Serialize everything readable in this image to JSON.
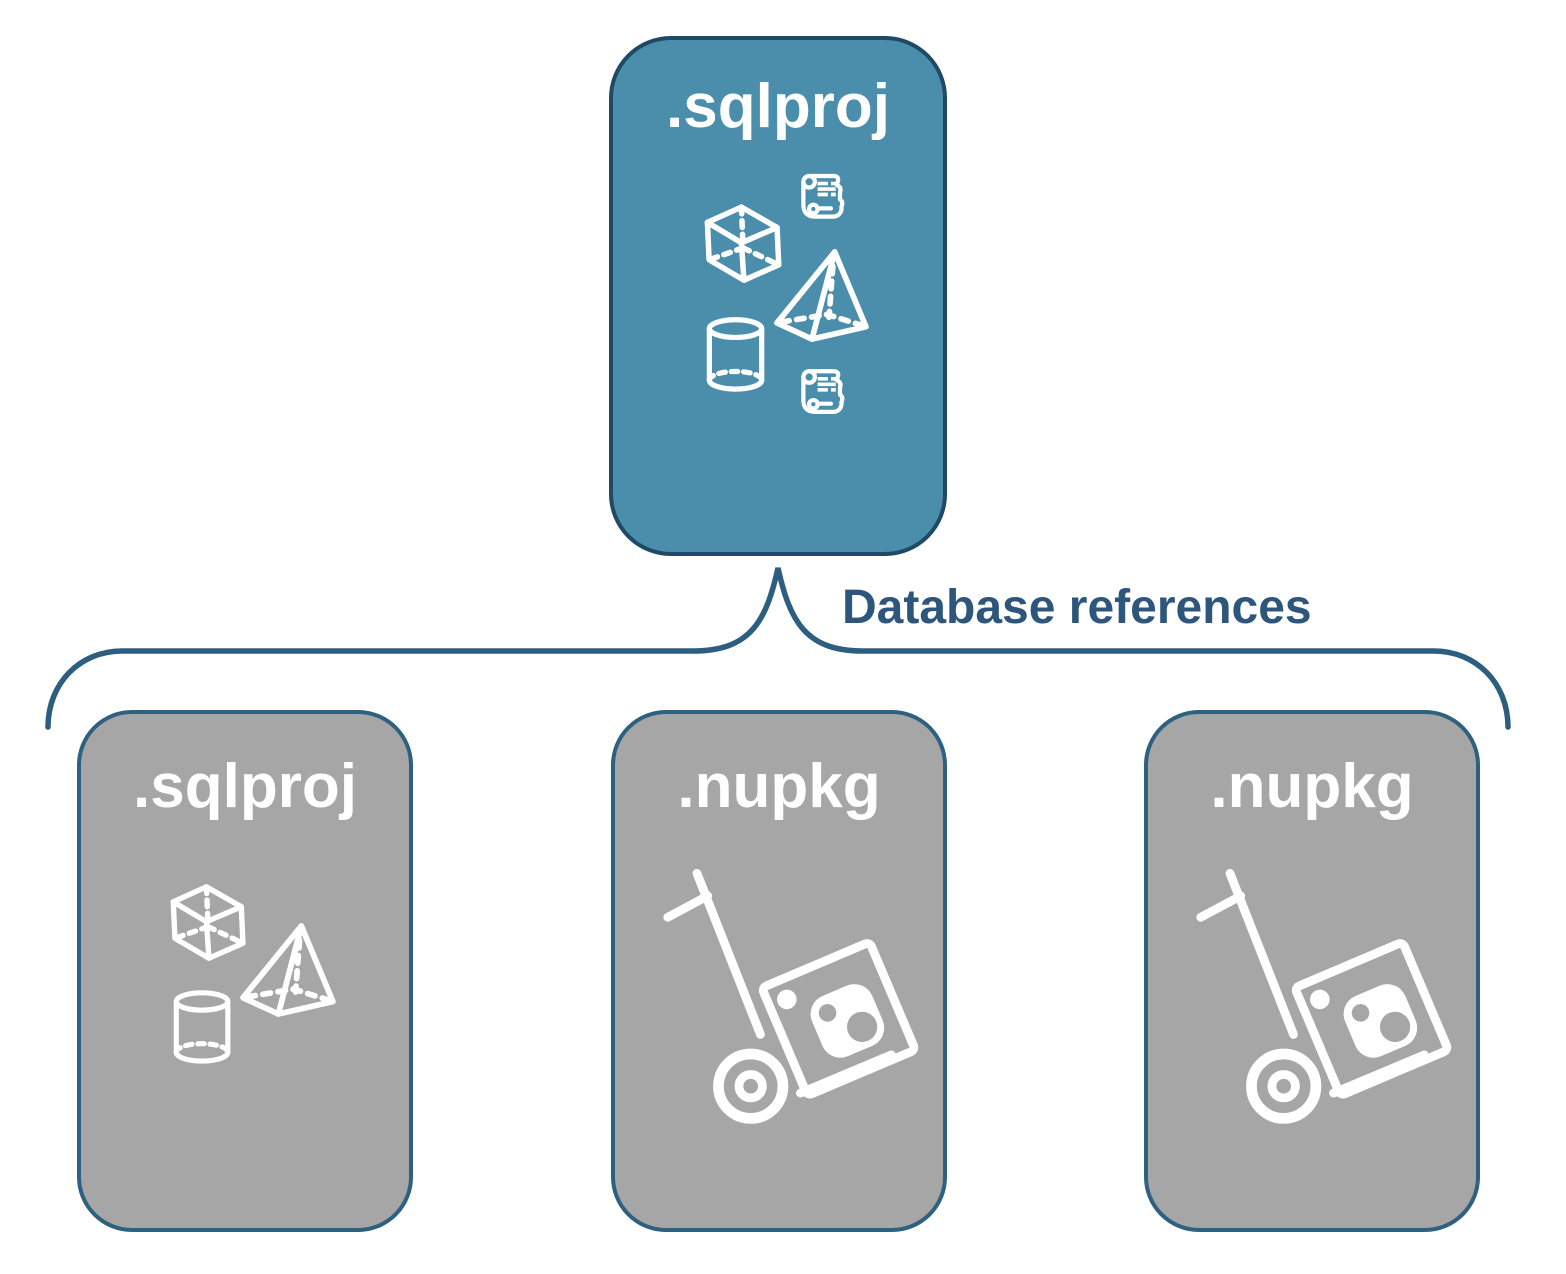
{
  "diagram": {
    "top_box": {
      "label": ".sqlproj",
      "icons": [
        "script-scroll-icon",
        "cube-icon",
        "pyramid-icon",
        "cylinder-icon",
        "script-scroll-icon"
      ]
    },
    "connector": {
      "label": "Database references"
    },
    "bottom_boxes": [
      {
        "label": ".sqlproj",
        "icons": [
          "cube-icon",
          "pyramid-icon",
          "cylinder-icon"
        ]
      },
      {
        "label": ".nupkg",
        "icons": [
          "nuget-hand-truck-icon"
        ]
      },
      {
        "label": ".nupkg",
        "icons": [
          "nuget-hand-truck-icon"
        ]
      }
    ],
    "colors": {
      "top_box_fill": "#4A8EAB",
      "top_box_border": "#1F4964",
      "bottom_box_fill": "#A6A6A6",
      "bottom_box_border": "#2E6080",
      "brace_color": "#2D5E80",
      "label_color": "#2E567C",
      "icon_color": "#FFFFFF"
    }
  }
}
